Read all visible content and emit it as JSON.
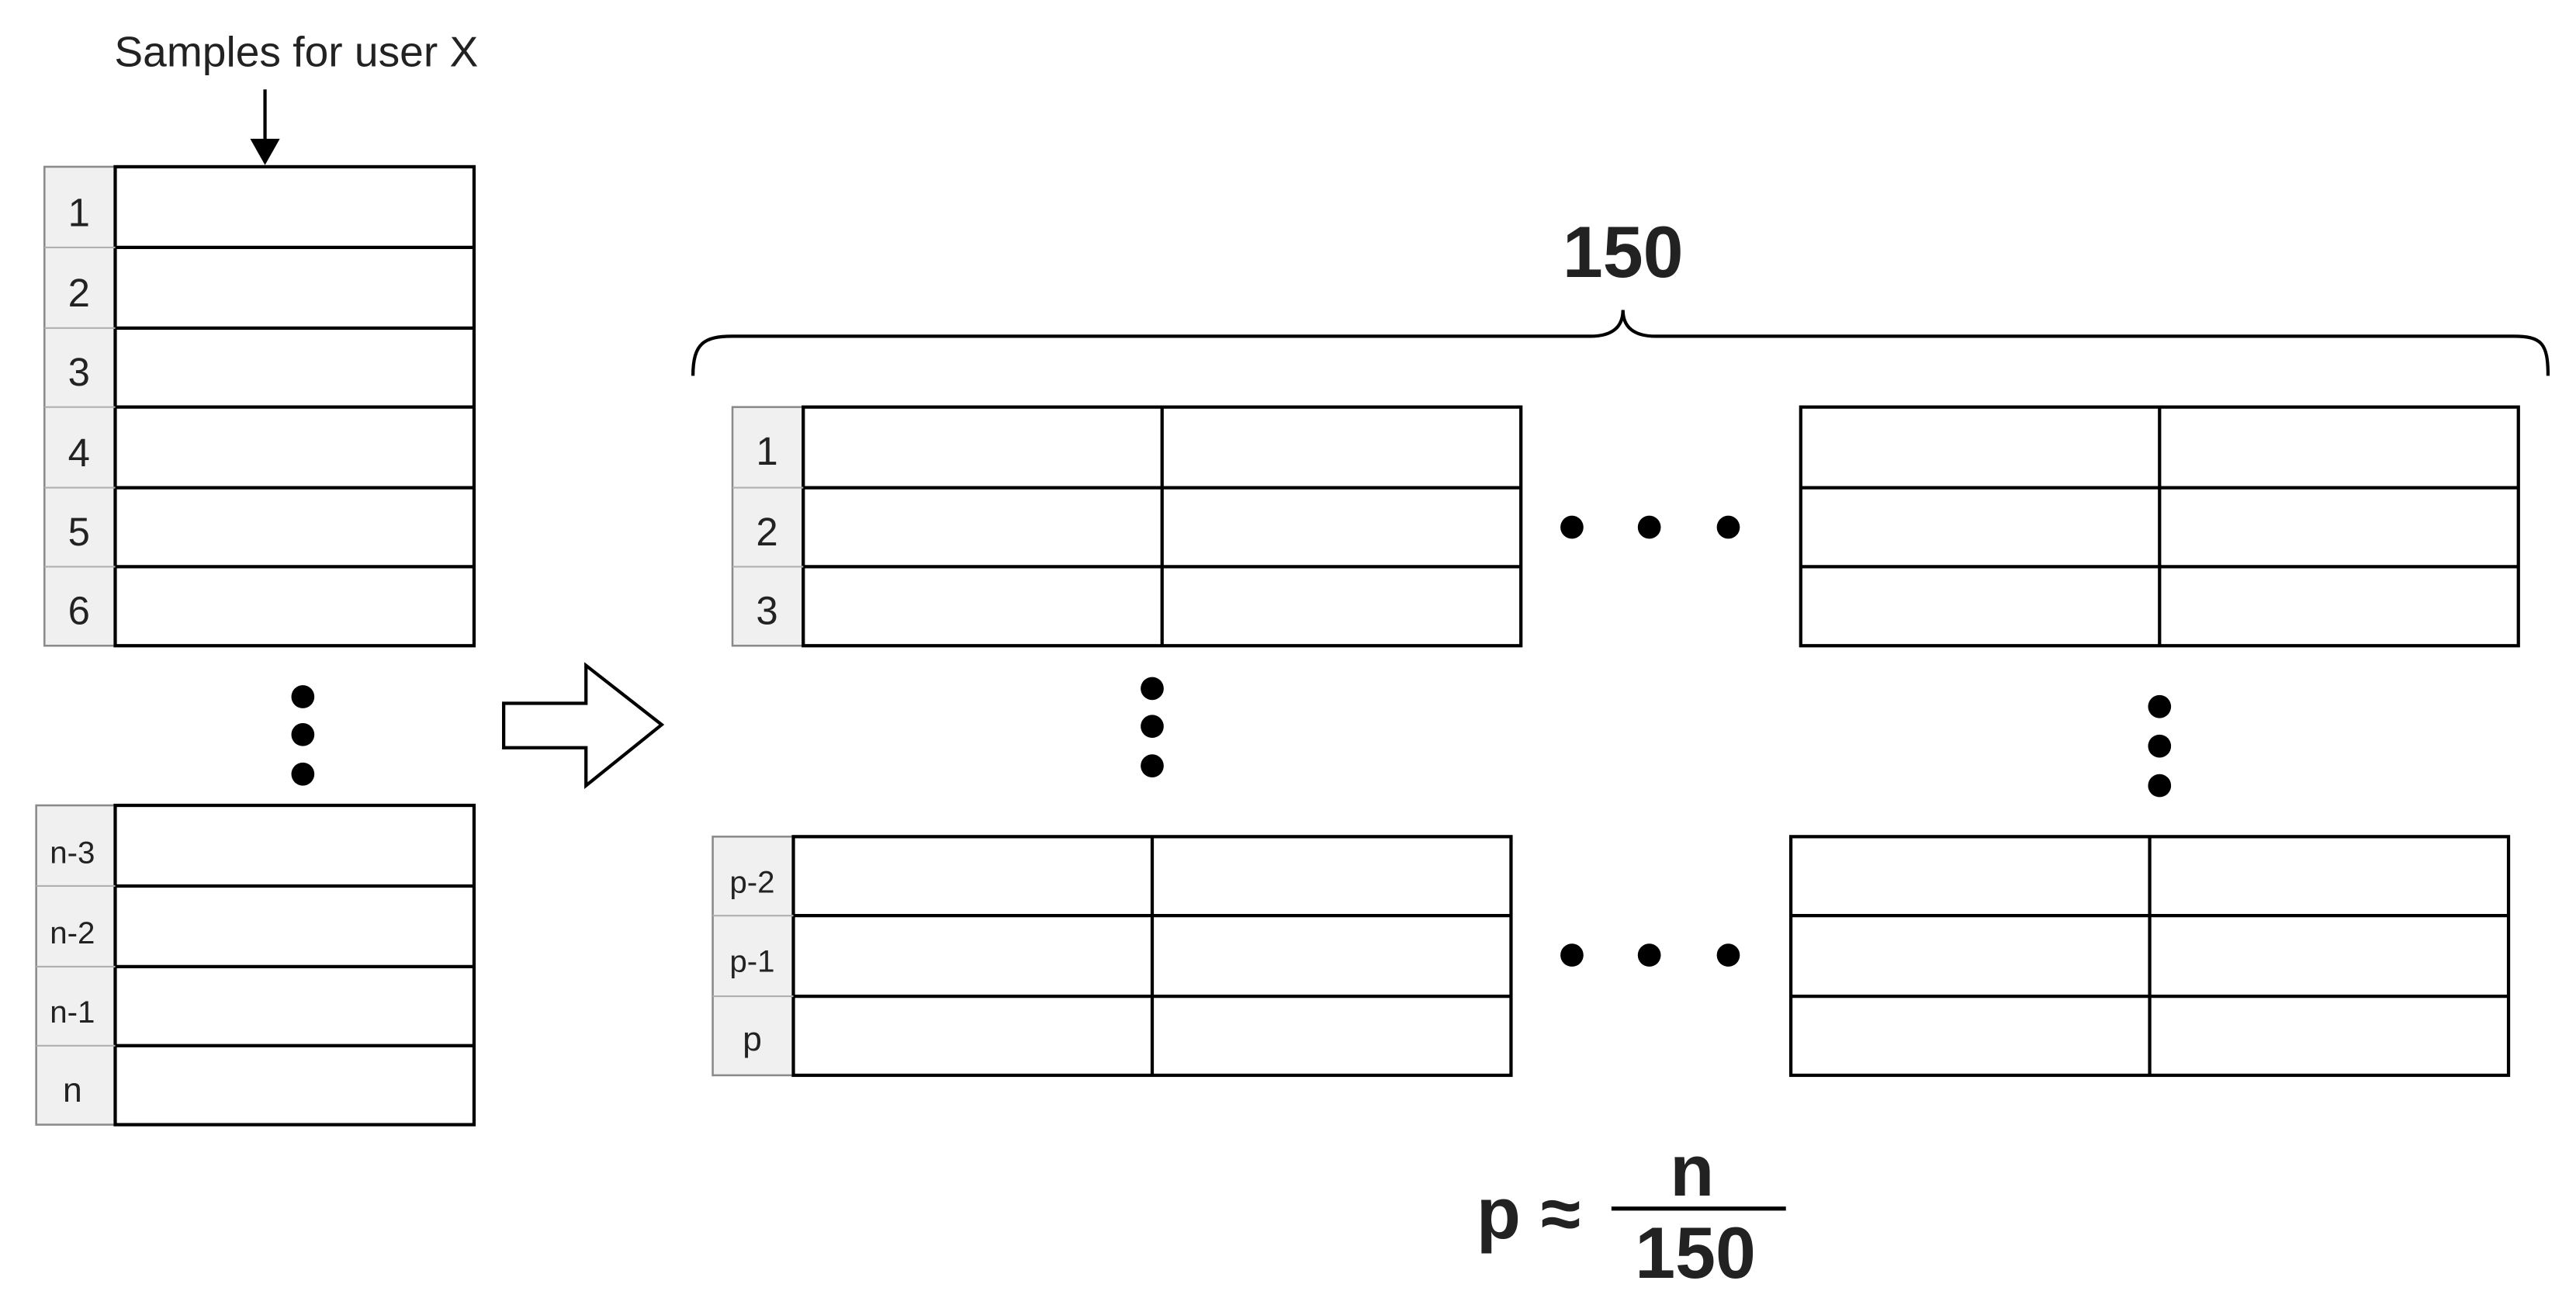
{
  "source_caption": "Samples for user X",
  "source_top_rows": [
    "1",
    "2",
    "3",
    "4",
    "5",
    "6"
  ],
  "source_bottom_rows": [
    "n-3",
    "n-2",
    "n-1",
    "n"
  ],
  "brace_label": "150",
  "grid_top_rows": [
    "1",
    "2",
    "3"
  ],
  "grid_bottom_rows": [
    "p-2",
    "p-1",
    "p"
  ],
  "formula": {
    "lhs": "p ≈",
    "numerator": "n",
    "denominator": "150"
  }
}
